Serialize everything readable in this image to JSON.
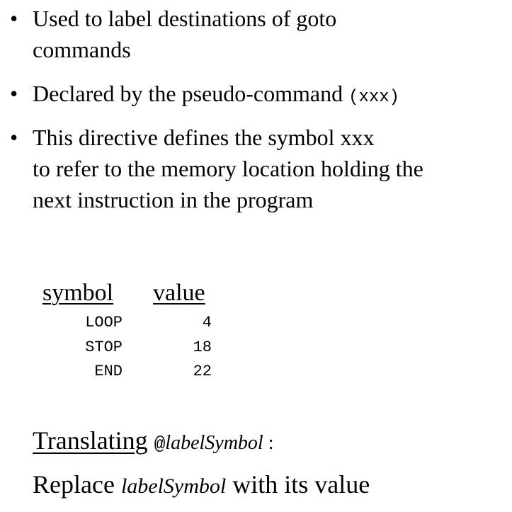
{
  "bullets": [
    {
      "lines": [
        "Used to label destinations of goto",
        "commands"
      ]
    },
    {
      "prefix": "Declared by the pseudo-command ",
      "code": "(xxx)"
    },
    {
      "lines": [
        "This directive defines the symbol xxx",
        "to refer to the memory location holding the",
        "next instruction in the program"
      ]
    }
  ],
  "symbol_table": {
    "headers": {
      "symbol": "symbol",
      "value": "value"
    },
    "rows": [
      {
        "symbol": "LOOP",
        "value": "4"
      },
      {
        "symbol": "STOP",
        "value": "18"
      },
      {
        "symbol": "END",
        "value": "22"
      }
    ]
  },
  "translating": {
    "heading": "Translating",
    "at": "@",
    "symbol": "labelSymbol",
    "colon": " :"
  },
  "replace": {
    "prefix": "Replace ",
    "symbol": "labelSymbol",
    "suffix": " with its value"
  }
}
